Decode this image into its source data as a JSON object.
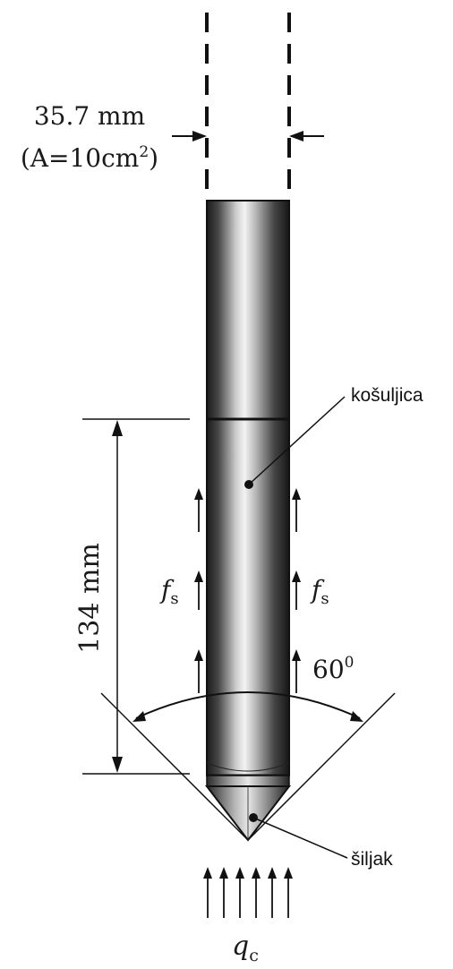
{
  "diagram": {
    "diameter_label": "35.7 mm",
    "area_label_prefix": "(A=10cm",
    "area_label_exp": "2",
    "area_label_suffix": ")",
    "length_label": "134 mm",
    "sleeve_label": "košuljica",
    "tip_label": "šiljak",
    "angle_value": "60",
    "angle_unit": "0",
    "friction_symbol": "f",
    "friction_subscript": "s",
    "tip_resistance_symbol": "q",
    "tip_resistance_subscript": "c"
  },
  "colors": {
    "ink": "#111111",
    "rod_dark": "#1e1e1e",
    "rod_light": "#e9e9e9"
  }
}
